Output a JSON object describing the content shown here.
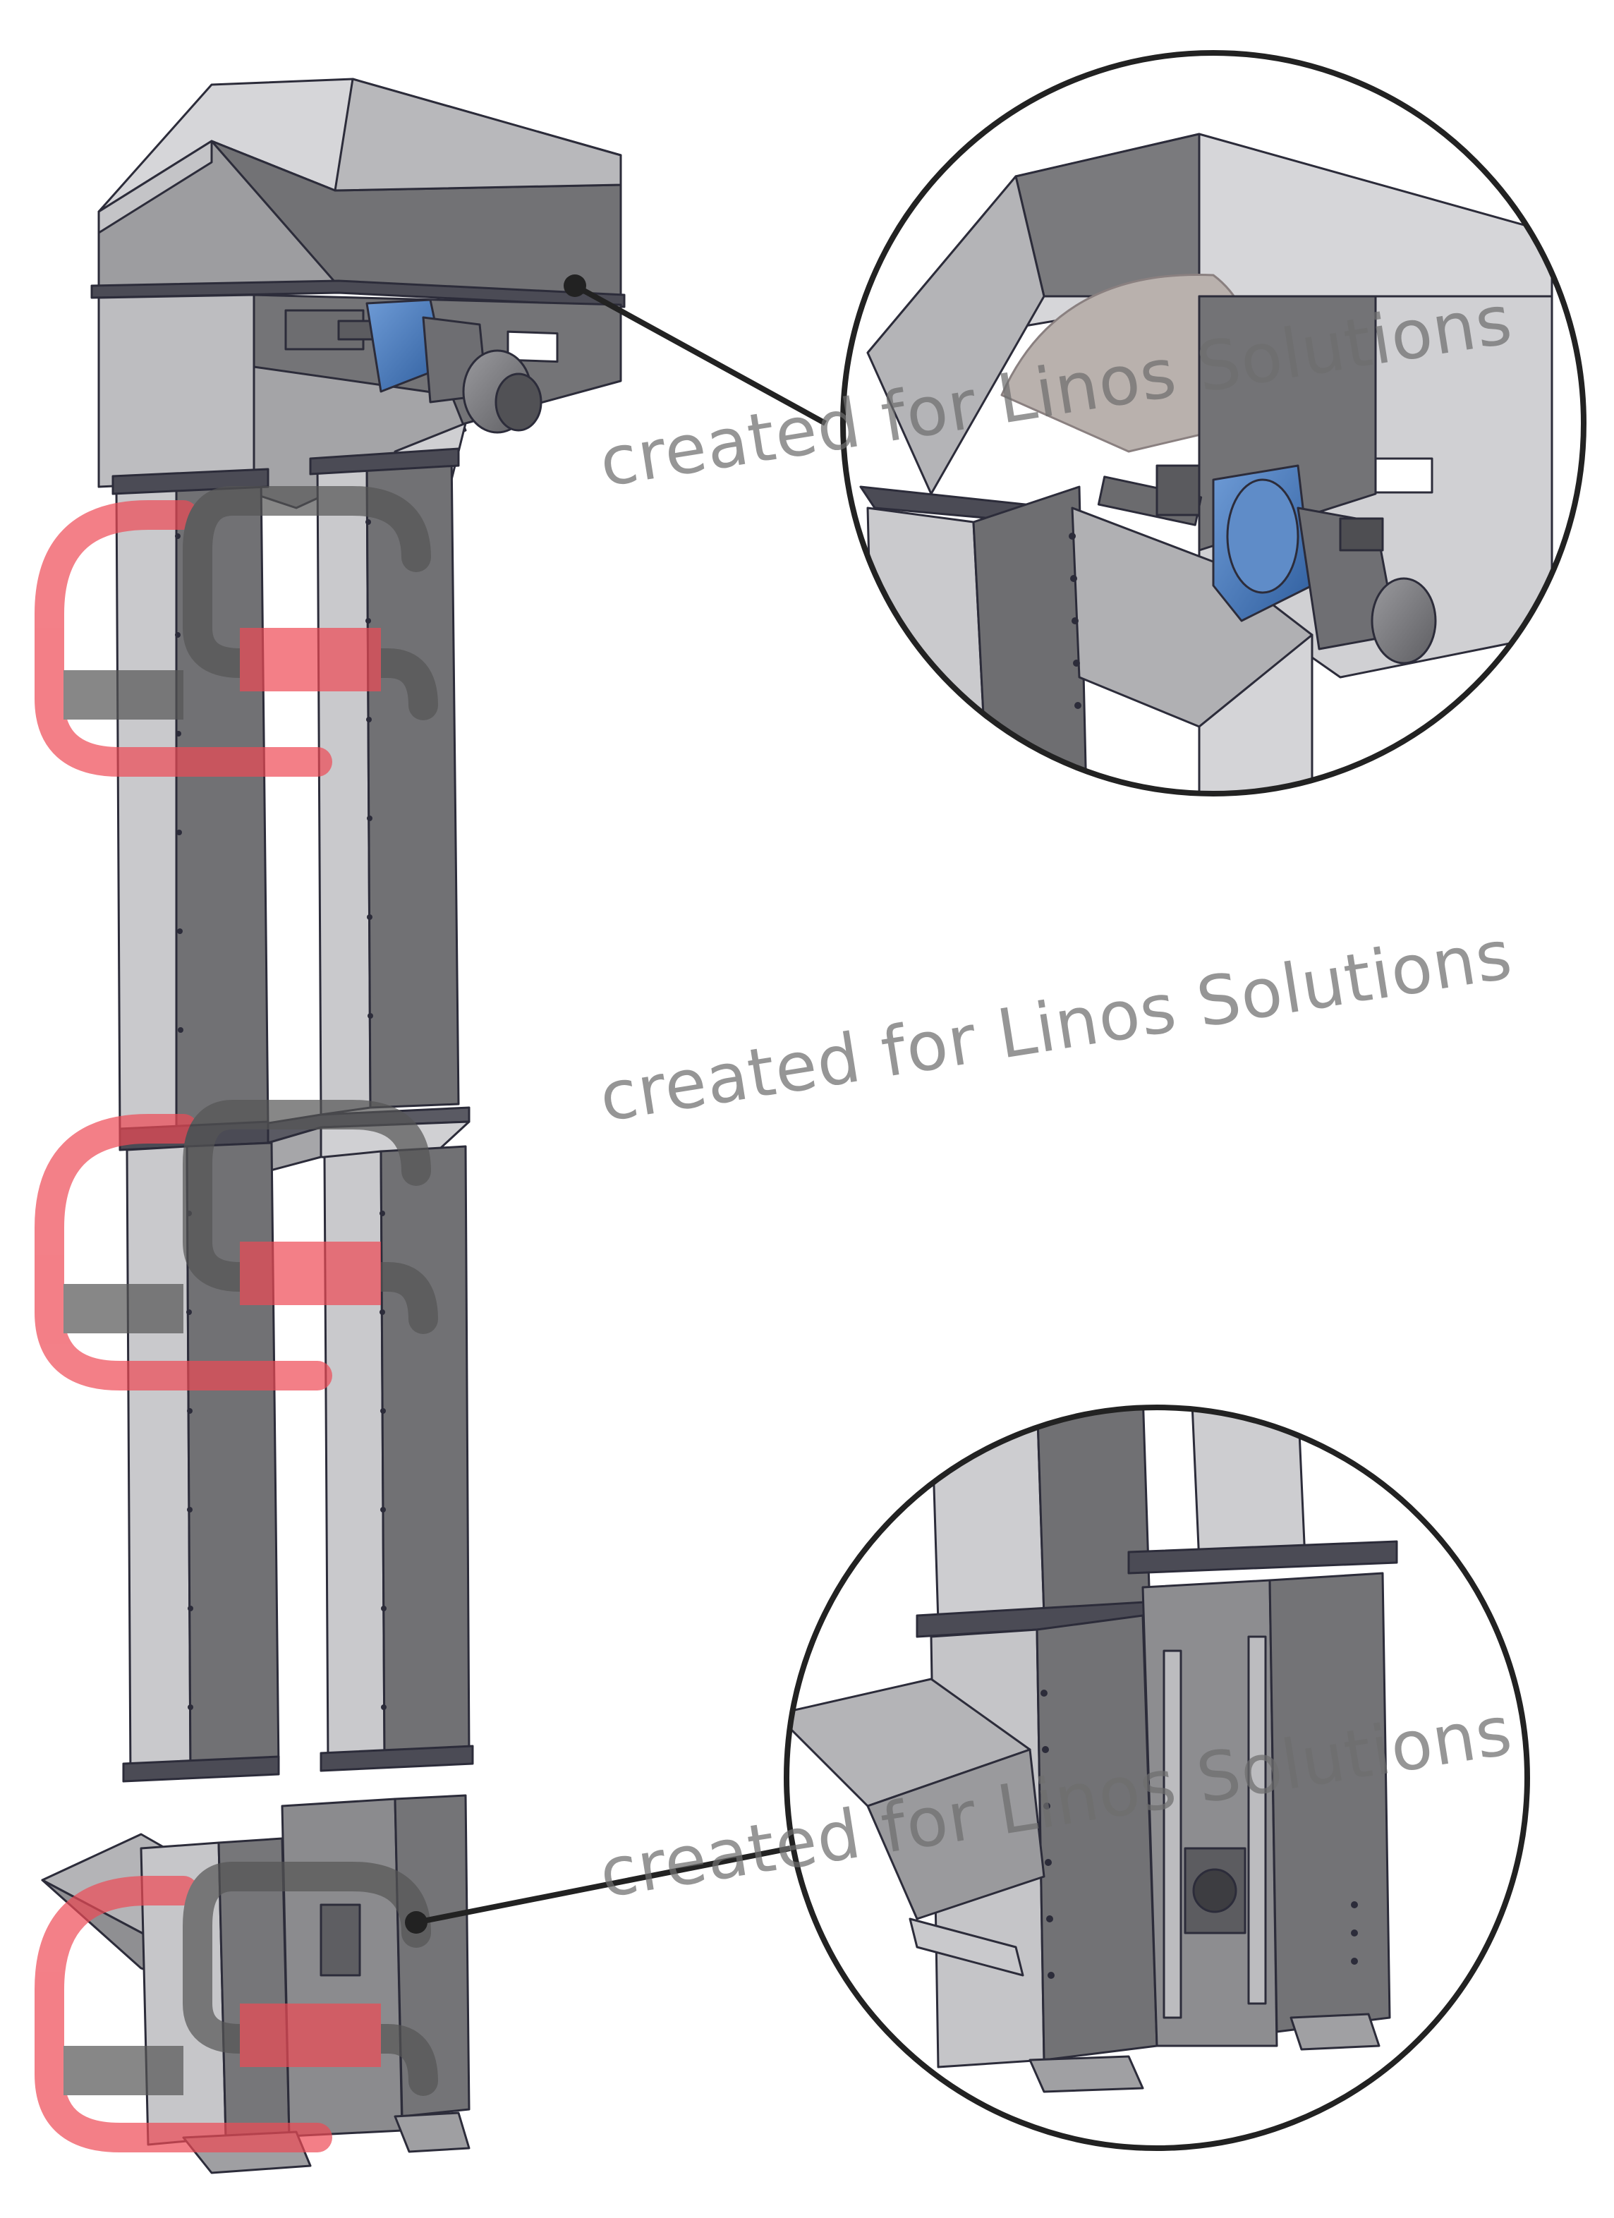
{
  "watermarks": [
    "created for Linos Solutions",
    "created for Linos Solutions",
    "created for Linos Solutions"
  ],
  "colors": {
    "steel_dark": "#6b6b6e",
    "steel_mid": "#8a8a8d",
    "steel_light": "#d4d4d7",
    "edge_line": "#2c2c3a",
    "motor_blue": "#3f73b8",
    "motor_grey": "#7e7e82",
    "logo_red": "#ee4a55",
    "logo_grey": "#555555",
    "callout_line": "#222222"
  },
  "icons": [
    "bucket-elevator-drawing",
    "head-drive-detail",
    "boot-section-detail",
    "ls-logo-watermark"
  ]
}
